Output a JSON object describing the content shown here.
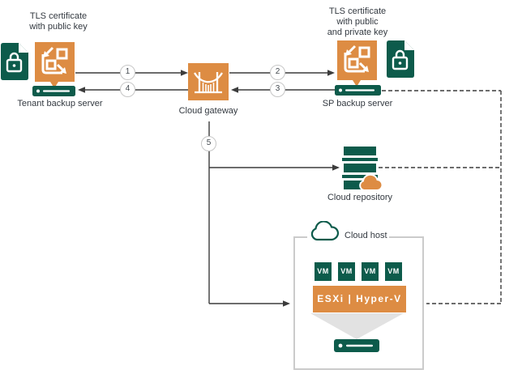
{
  "diagram_type": "architecture-diagram",
  "labels": {
    "tenant_cert_line1": "TLS certificate",
    "tenant_cert_line2": "with public key",
    "tenant_server": "Tenant backup server",
    "gateway": "Cloud gateway",
    "sp_cert_line1": "TLS certificate",
    "sp_cert_line2": "with public",
    "sp_cert_line3": "and private key",
    "sp_server": "SP backup server",
    "repository": "Cloud repository",
    "cloud_host": "Cloud host",
    "hypervisor": "ESXi | Hyper-V",
    "vm": "VM"
  },
  "steps": [
    "1",
    "2",
    "3",
    "4",
    "5"
  ],
  "icons": {
    "certificate_document": "green document with padlock",
    "tls_certificate": "orange badge with QR-code exchange arrows",
    "backup_server": "green server bar with indicator dot",
    "cloud_gateway": "orange square with suspension bridge",
    "cloud_repository": "stacked green storage bars with orange cloud",
    "cloud_outline": "green outlined cloud",
    "funnel": "gray funnel to host server",
    "vm": "green VM box"
  },
  "colors": {
    "orange": "#DD8C43",
    "green": "#0D5B4B",
    "line": "#3C3C3C",
    "funnel_gray": "#E2E2E2",
    "box_border": "#CBCBCB",
    "circle_border": "#C6C6C6",
    "text": "#333940",
    "background": "#FFFFFF"
  }
}
